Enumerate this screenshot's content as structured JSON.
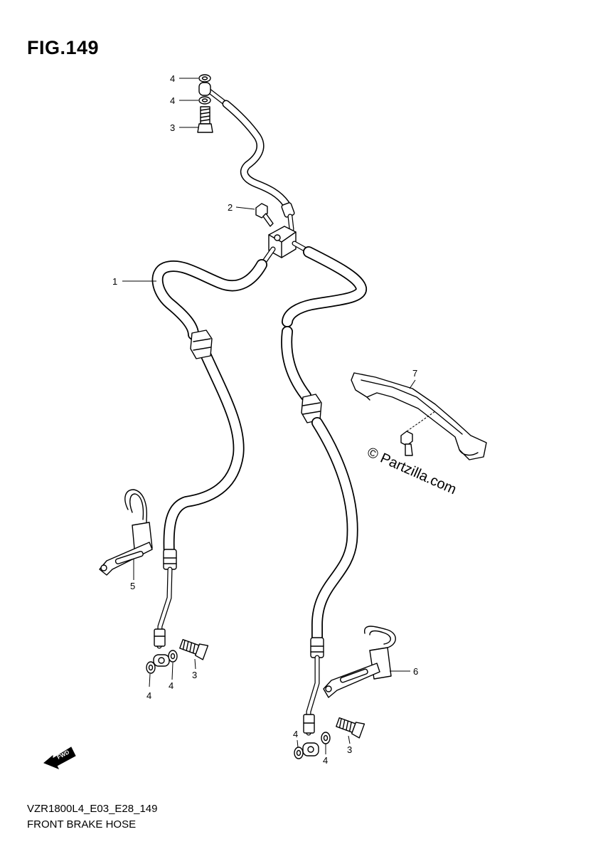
{
  "figure": {
    "title": "FIG.149"
  },
  "footer": {
    "model_code": "VZR1800L4_E03_E28_149",
    "caption": "FRONT BRAKE HOSE"
  },
  "watermark": {
    "text": "© Partzilla.com"
  },
  "direction_marker": {
    "text": "FWD",
    "icon": "forward-arrow-icon"
  },
  "callouts": [
    {
      "id": "c1",
      "label": "1"
    },
    {
      "id": "c2",
      "label": "2"
    },
    {
      "id": "c3a",
      "label": "3"
    },
    {
      "id": "c3b",
      "label": "3"
    },
    {
      "id": "c3c",
      "label": "3"
    },
    {
      "id": "c4a",
      "label": "4"
    },
    {
      "id": "c4b",
      "label": "4"
    },
    {
      "id": "c4c",
      "label": "4"
    },
    {
      "id": "c4d",
      "label": "4"
    },
    {
      "id": "c4e",
      "label": "4"
    },
    {
      "id": "c4f",
      "label": "4"
    },
    {
      "id": "c5",
      "label": "5"
    },
    {
      "id": "c6",
      "label": "6"
    },
    {
      "id": "c7",
      "label": "7"
    }
  ]
}
